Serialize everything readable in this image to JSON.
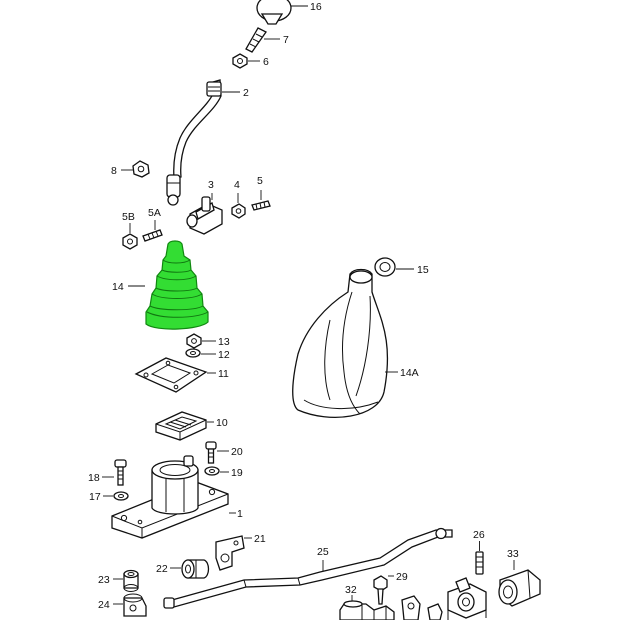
{
  "diagram": {
    "highlight_color": "#33dd33",
    "labels": {
      "p16": "16",
      "p7": "7",
      "p6": "6",
      "p2": "2",
      "p8": "8",
      "p3": "3",
      "p4": "4",
      "p5": "5",
      "p5b": "5B",
      "p5a": "5A",
      "p14": "14",
      "p15": "15",
      "p14a": "14A",
      "p13": "13",
      "p12": "12",
      "p11": "11",
      "p10": "10",
      "p20": "20",
      "p18": "18",
      "p19": "19",
      "p17": "17",
      "p1": "1",
      "p21": "21",
      "p25": "25",
      "p26": "26",
      "p33": "33",
      "p22": "22",
      "p23": "23",
      "p29": "29",
      "p32": "32",
      "p24": "24"
    }
  }
}
